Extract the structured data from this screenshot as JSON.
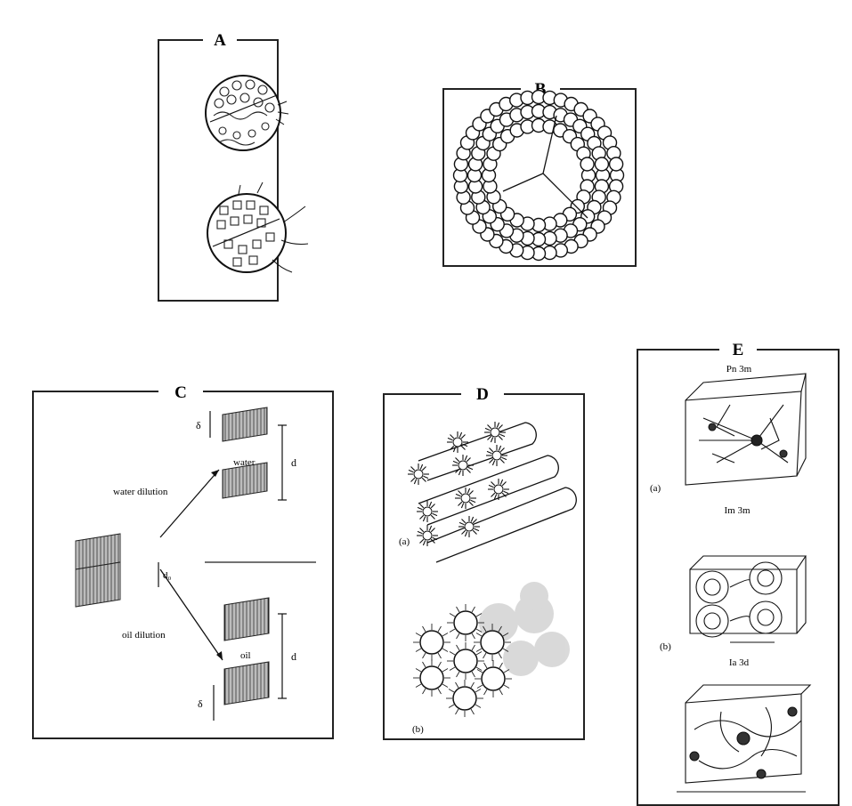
{
  "panels": {
    "A": {
      "label": "A"
    },
    "B": {
      "label": "B"
    },
    "C": {
      "label": "C",
      "water_dilution": "water dilution",
      "oil_dilution": "oil dilution",
      "water": "water",
      "oil": "oil",
      "delta_top": "δ",
      "delta_bottom": "δ",
      "d_top": "d",
      "d_bottom": "d",
      "d0": "d₀"
    },
    "D": {
      "label": "D",
      "sub_a": "(a)",
      "sub_b": "(b)"
    },
    "E": {
      "label": "E",
      "caption_top": "Pn 3m",
      "caption_mid": "Im 3m",
      "caption_bot": "Ia 3d",
      "sub_a": "(a)",
      "sub_b": "(b)"
    }
  },
  "colors": {
    "ink": "#1a1a1a",
    "paper": "#ffffff",
    "frame": "#222222"
  }
}
